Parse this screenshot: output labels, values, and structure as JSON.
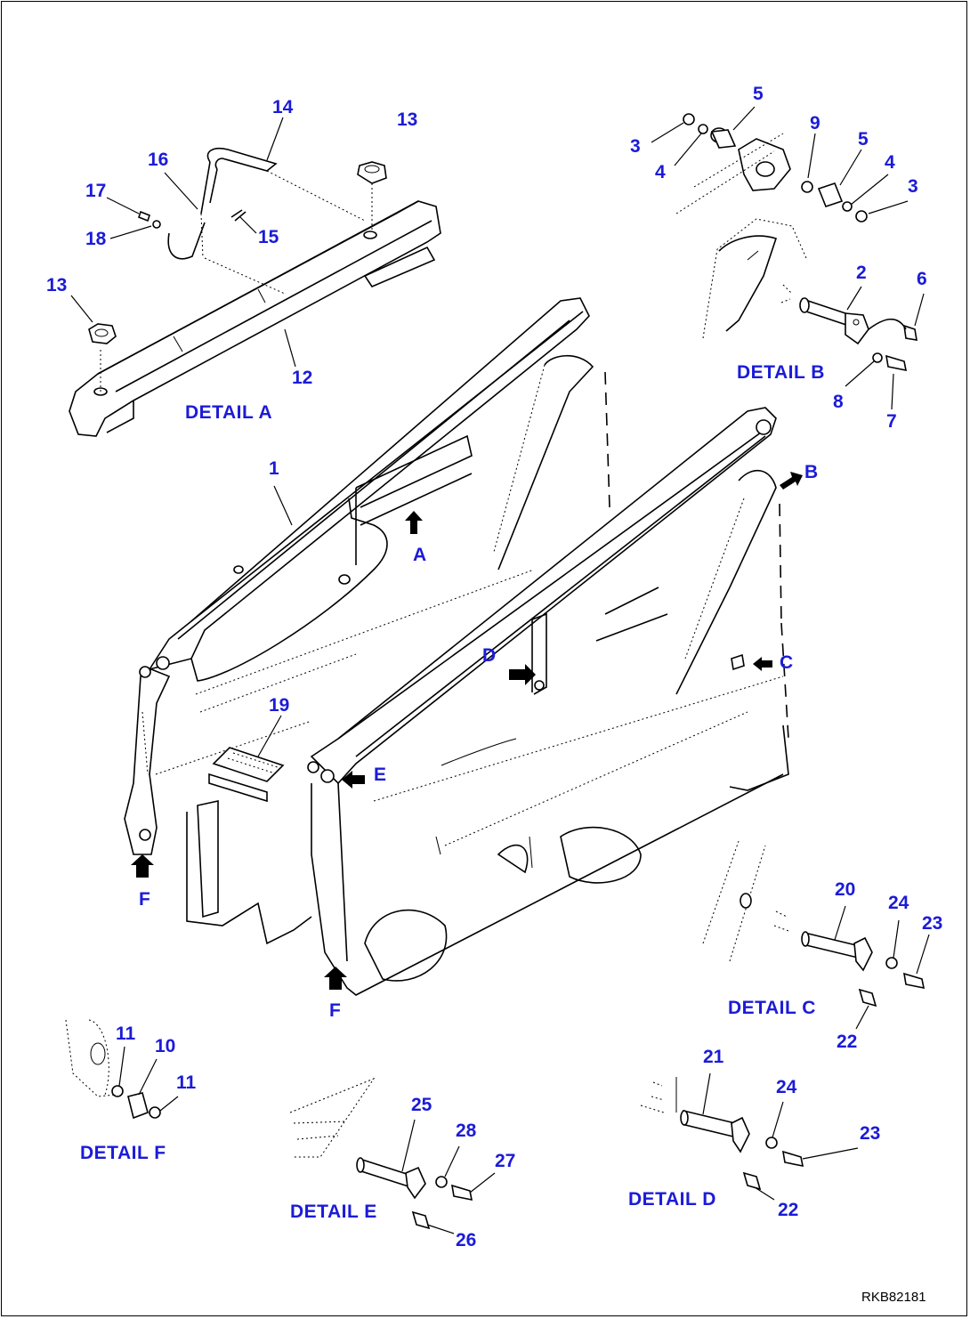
{
  "drawing_code": "RKB82181",
  "details": {
    "A": "DETAIL A",
    "B": "DETAIL B",
    "C": "DETAIL C",
    "D": "DETAIL D",
    "E": "DETAIL E",
    "F": "DETAIL F"
  },
  "callouts": {
    "A": "A",
    "B": "B",
    "C": "C",
    "D": "D",
    "E": "E",
    "F1": "F",
    "F2": "F"
  },
  "part_numbers": {
    "p1": "1",
    "p2": "2",
    "p3a": "3",
    "p3b": "3",
    "p4a": "4",
    "p4b": "4",
    "p5a": "5",
    "p5b": "5",
    "p6": "6",
    "p7": "7",
    "p8": "8",
    "p9": "9",
    "p10": "10",
    "p11a": "11",
    "p11b": "11",
    "p12": "12",
    "p13a": "13",
    "p13b": "13",
    "p14": "14",
    "p15": "15",
    "p16": "16",
    "p17": "17",
    "p18": "18",
    "p19": "19",
    "p20": "20",
    "p21": "21",
    "p22a": "22",
    "p22b": "22",
    "p23a": "23",
    "p23b": "23",
    "p24a": "24",
    "p24b": "24",
    "p25": "25",
    "p26": "26",
    "p27": "27",
    "p28": "28"
  },
  "colors": {
    "label": "#1b1bd8",
    "line": "#000000",
    "background": "#ffffff"
  }
}
